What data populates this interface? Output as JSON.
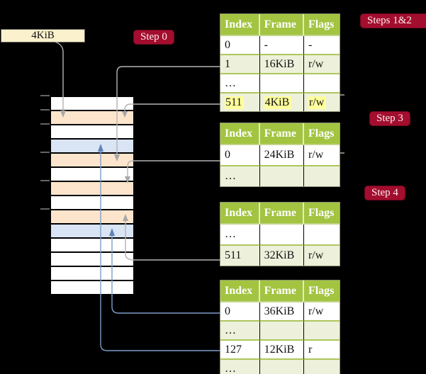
{
  "labels": {
    "frame_size": "4KiB"
  },
  "badges": {
    "step0": "Step 0",
    "steps12": "Steps 1&2",
    "step3": "Step 3",
    "step4": "Step 4"
  },
  "tables": [
    {
      "name": "page-table-steps-1-2",
      "headers": [
        "Index",
        "Frame",
        "Flags"
      ],
      "rows": [
        {
          "cells": [
            "0",
            "-",
            "-"
          ]
        },
        {
          "cells": [
            "1",
            "16KiB",
            "r/w"
          ]
        },
        {
          "cells": [
            "…",
            "",
            ""
          ]
        },
        {
          "cells": [
            "511",
            "4KiB",
            "r/w"
          ],
          "highlighted": true
        }
      ]
    },
    {
      "name": "page-table-step-3",
      "headers": [
        "Index",
        "Frame",
        "Flags"
      ],
      "rows": [
        {
          "cells": [
            "0",
            "24KiB",
            "r/w"
          ]
        },
        {
          "cells": [
            "…",
            "",
            ""
          ]
        }
      ]
    },
    {
      "name": "page-table-step-4",
      "headers": [
        "Index",
        "Frame",
        "Flags"
      ],
      "rows": [
        {
          "cells": [
            "…",
            "",
            ""
          ]
        },
        {
          "cells": [
            "511",
            "32KiB",
            "r/w"
          ]
        }
      ]
    },
    {
      "name": "page-table-leaf",
      "headers": [
        "Index",
        "Frame",
        "Flags"
      ],
      "rows": [
        {
          "cells": [
            "0",
            "36KiB",
            "r/w"
          ]
        },
        {
          "cells": [
            "…",
            "",
            ""
          ]
        },
        {
          "cells": [
            "127",
            "12KiB",
            "r"
          ]
        },
        {
          "cells": [
            "…",
            "",
            ""
          ]
        }
      ]
    }
  ],
  "memory": {
    "rows": [
      {
        "fill": "white"
      },
      {
        "fill": "peach"
      },
      {
        "fill": "white"
      },
      {
        "fill": "blue"
      },
      {
        "fill": "peach"
      },
      {
        "fill": "white"
      },
      {
        "fill": "peach"
      },
      {
        "fill": "white"
      },
      {
        "fill": "peach"
      },
      {
        "fill": "blue"
      },
      {
        "fill": "white"
      },
      {
        "fill": "white"
      },
      {
        "fill": "white"
      },
      {
        "fill": "white"
      }
    ]
  },
  "colors": {
    "background": "#000000",
    "header_green": "#a2c440",
    "row_green": "#edf1db",
    "peach": "#fce5cc",
    "blue": "#d9e4f4",
    "cream": "#fcf1cd",
    "crimson": "#a30d2e",
    "highlight_yellow": "#ffff9c",
    "connector_gray": "#b4b4b4",
    "connector_blue": "#7e9cc8"
  }
}
